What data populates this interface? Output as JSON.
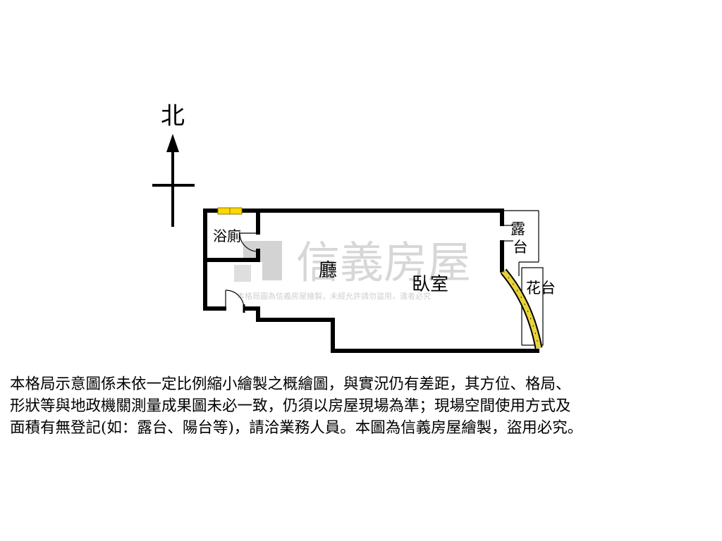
{
  "compass": {
    "north_label": "北"
  },
  "rooms": {
    "bathroom": "浴廁",
    "living": "廳",
    "bedroom": "臥室",
    "balcony": "露\n台",
    "planter": "花台"
  },
  "watermark": {
    "brand": "信義房屋",
    "notice": "本格局圖為信義房屋繪製，未經允許請勿盜用，違者必究"
  },
  "disclaimer": {
    "line1": "本格局示意圖係未依一定比例縮小繪製之概繪圖，與實況仍有差距，其方位、格局、",
    "line2": "形狀等與地政機關測量成果圖未必一致，仍須以房屋現場為準；現場空間使用方式及",
    "line3": "面積有無登記(如：露台、陽台等)，請洽業務人員。本圖為信義房屋繪製，盜用必究。"
  },
  "colors": {
    "wall": "#000000",
    "window": "#ffd700",
    "window_border": "#8a7a00",
    "arc_wall": "#e8d23a",
    "watermark": "#c8c8c8"
  }
}
